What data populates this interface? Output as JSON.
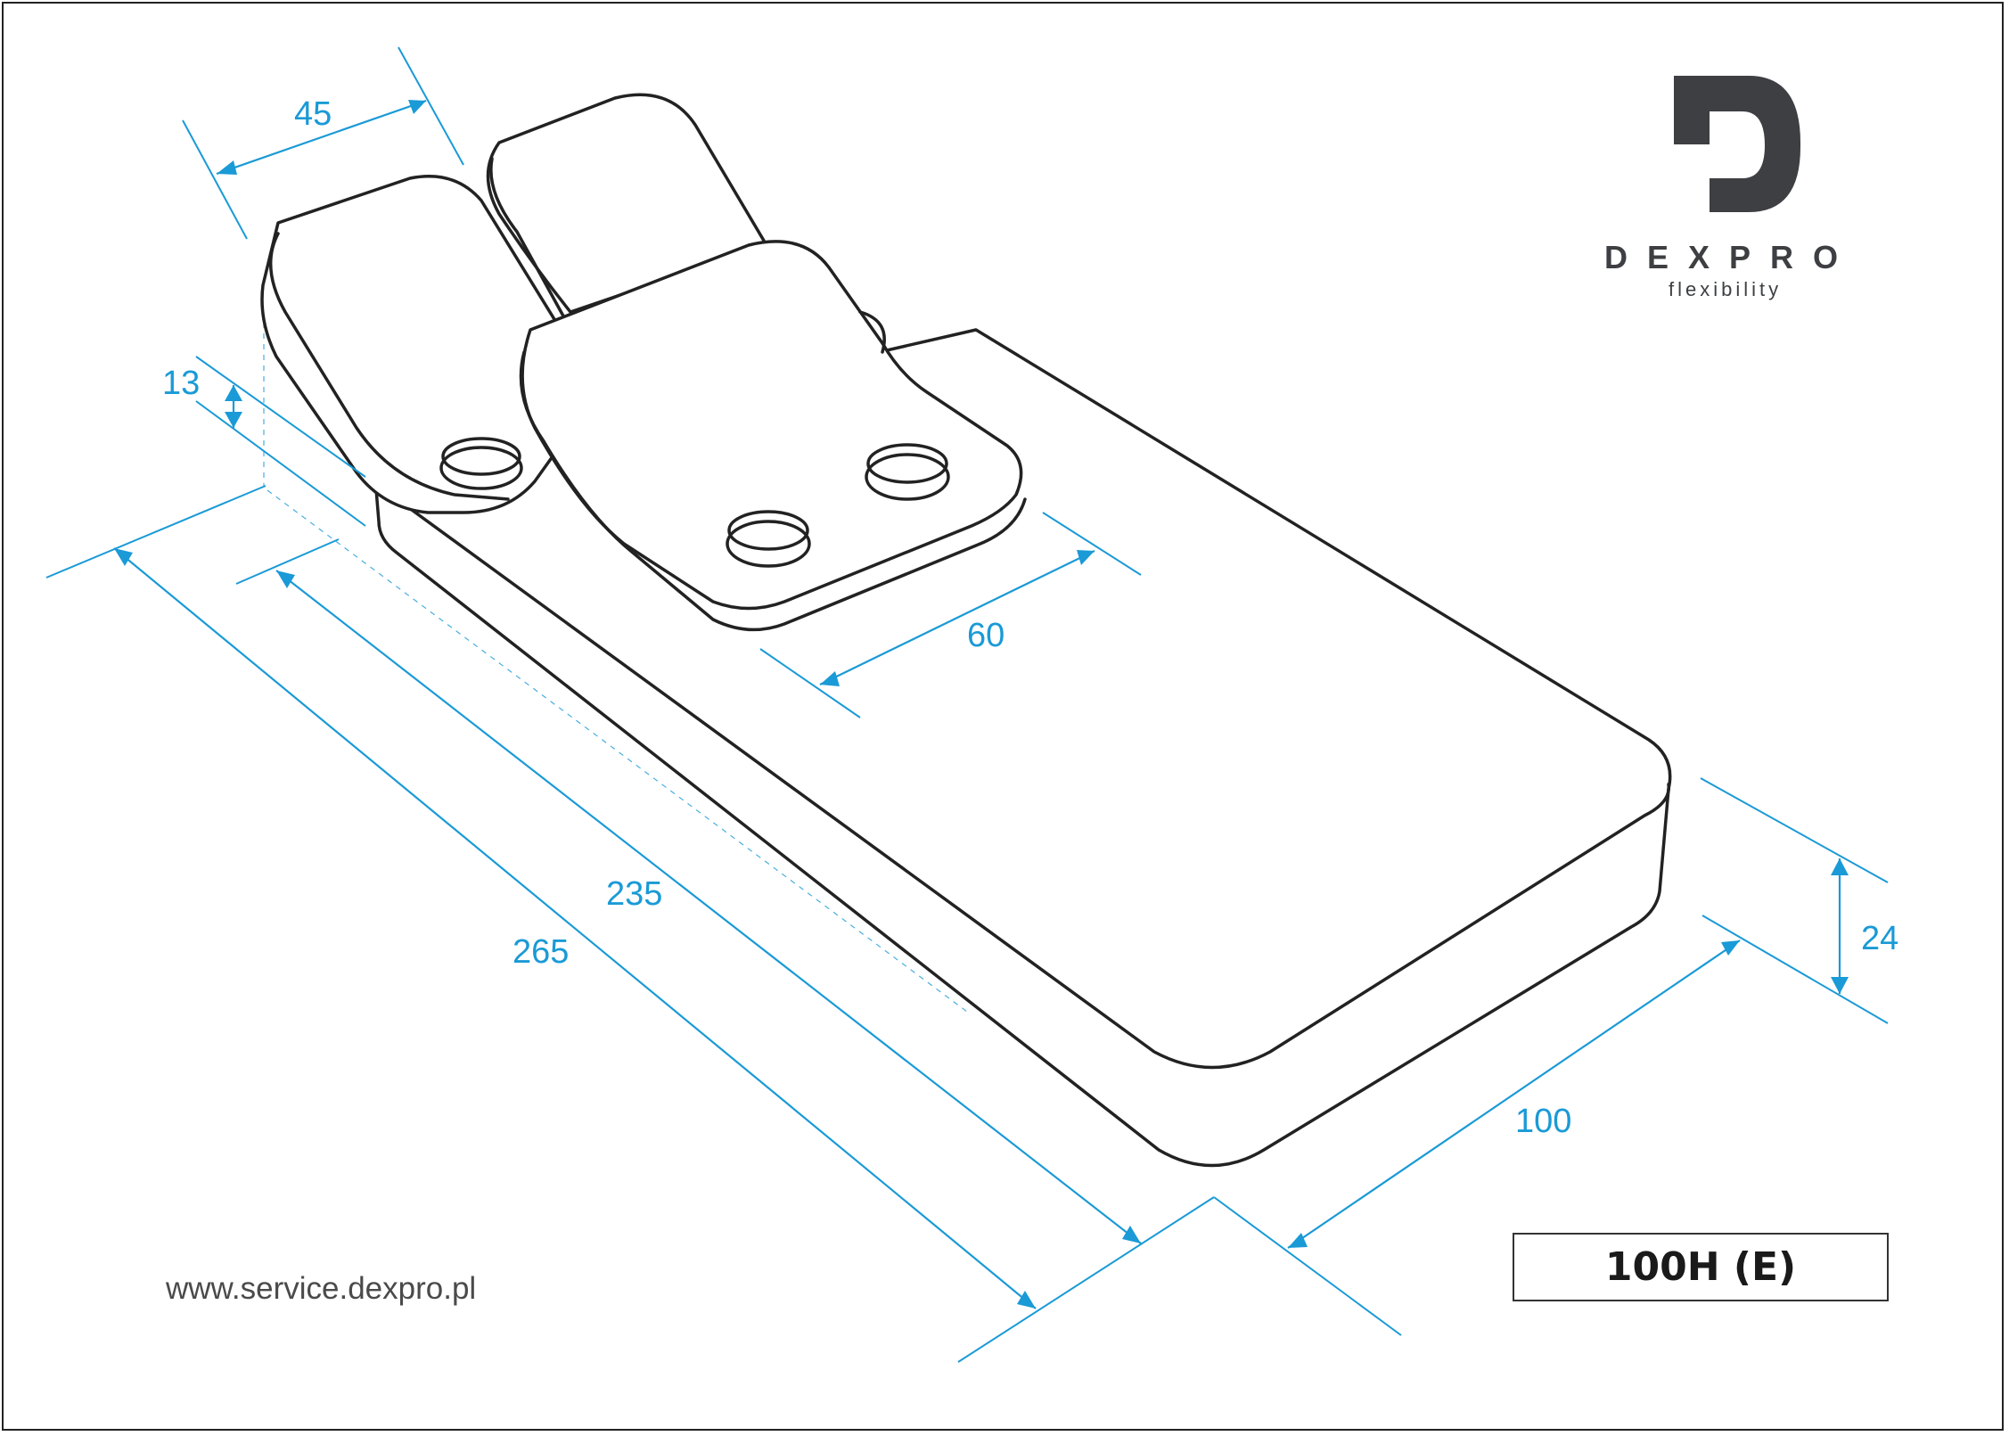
{
  "brand": {
    "name": "DEXPRO",
    "tagline": "flexibility",
    "color": "#3d3f42"
  },
  "dimensions": {
    "width_top": "45",
    "thickness_pad": "13",
    "pad_length": "60",
    "inner_length": "235",
    "overall_length": "265",
    "base_width": "100",
    "base_height": "24"
  },
  "footer": {
    "url": "www.service.dexpro.pl",
    "model": "100H (E)"
  },
  "colors": {
    "dimension": "#1a9ad6",
    "outline": "#222222"
  }
}
